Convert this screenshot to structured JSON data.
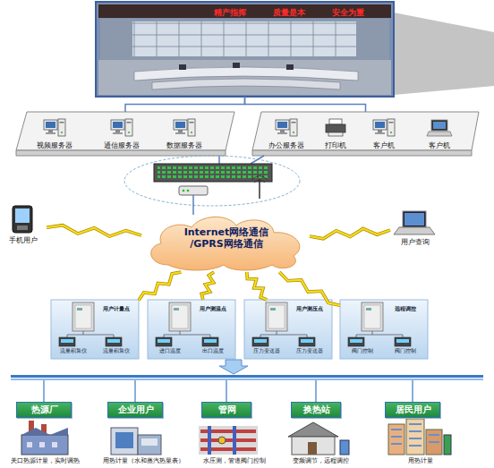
{
  "diagram": {
    "nodes": [
      {
        "text": [
          "精产指挥",
          "质量是本",
          "安全为重"
        ]
      },
      {
        "text": [
          "视频服务器",
          "通信服务器",
          "数据服务器"
        ]
      },
      {
        "text": [
          "办公服务器",
          "打印机",
          "客户机",
          "客户机"
        ]
      },
      {
        "text": [
          "手机用户"
        ]
      },
      {
        "text": [
          "Internet网络通信 /GPRS网络通信"
        ]
      },
      {
        "text": [
          "用户查询"
        ]
      },
      {
        "text": [
          "用户计量点",
          "流量积算仪",
          "流量积算仪"
        ]
      },
      {
        "text": [
          "用户测温点",
          "进口温度",
          "出口温度"
        ]
      },
      {
        "text": [
          "用户测压点",
          "压力变送器",
          "压力变送器"
        ]
      },
      {
        "text": [
          "远程调控",
          "阀门控制",
          "阀门控制"
        ]
      },
      {
        "text": [
          "热源厂"
        ]
      },
      {
        "text": [
          "企业用户"
        ]
      },
      {
        "text": [
          "管网"
        ]
      },
      {
        "text": [
          "换热站"
        ]
      },
      {
        "text": [
          "居民用户"
        ]
      }
    ],
    "edges": [
      {
        "from": 0,
        "to": 1,
        "arrow": "none"
      },
      {
        "from": 0,
        "to": 2,
        "arrow": "none"
      },
      {
        "from": 4,
        "to": 3,
        "arrow": "none"
      },
      {
        "from": 4,
        "to": 5,
        "arrow": "none"
      },
      {
        "from": 4,
        "to": 6,
        "arrow": "none"
      },
      {
        "from": 4,
        "to": 7,
        "arrow": "none"
      },
      {
        "from": 4,
        "to": 8,
        "arrow": "none"
      },
      {
        "from": 4,
        "to": 9,
        "arrow": "none"
      }
    ],
    "labels": [
      "关口热源计量，实时调热",
      "用热计量（水和蒸汽热量表）",
      "水压测，管道阀门控制",
      "变频调节，远程调控",
      "用热计量"
    ]
  }
}
